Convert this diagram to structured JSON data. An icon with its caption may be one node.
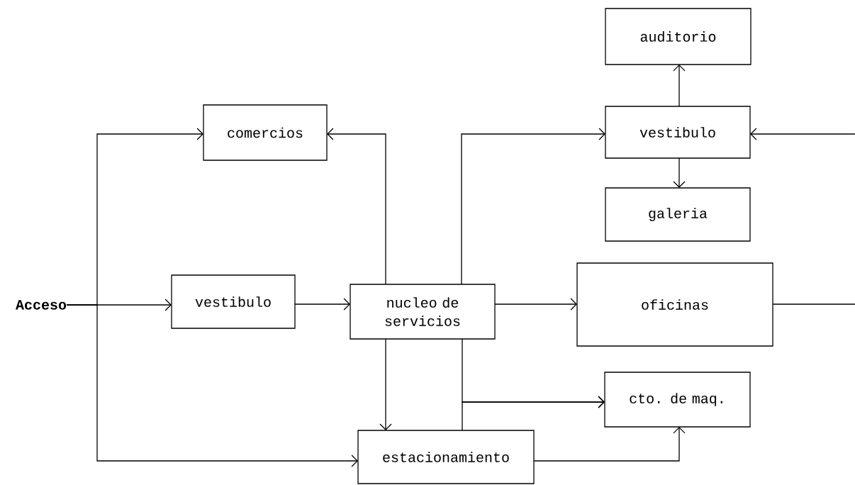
{
  "diagram": {
    "nodes": [
      {
        "text": [
          "Acceso"
        ]
      },
      {
        "text": [
          "comercios"
        ]
      },
      {
        "text": [
          "vestibulo"
        ]
      },
      {
        "text": [
          "nucleo de servicios"
        ]
      },
      {
        "text": [
          "auditorio"
        ]
      },
      {
        "text": [
          "vestibulo"
        ]
      },
      {
        "text": [
          "galeria"
        ]
      },
      {
        "text": [
          "oficinas"
        ]
      },
      {
        "text": [
          "cto. de maq."
        ]
      },
      {
        "text": [
          "estacionamiento"
        ]
      }
    ],
    "edges": [
      {
        "from": 0,
        "to": 1,
        "arrow": "to"
      },
      {
        "from": 0,
        "to": 2,
        "arrow": "to"
      },
      {
        "from": 0,
        "to": 9,
        "arrow": "to"
      },
      {
        "from": 2,
        "to": 3,
        "arrow": "to"
      },
      {
        "from": 3,
        "to": 1,
        "arrow": "to"
      },
      {
        "from": 3,
        "to": 5,
        "arrow": "to"
      },
      {
        "from": 5,
        "to": 4,
        "arrow": "to"
      },
      {
        "from": 5,
        "to": 6,
        "arrow": "to"
      },
      {
        "from": 3,
        "to": 7,
        "arrow": "to"
      },
      {
        "from": 7,
        "to": 5,
        "arrow": "to"
      },
      {
        "from": 3,
        "to": 9,
        "arrow": "to"
      },
      {
        "from": 3,
        "to": 8,
        "arrow": "to"
      },
      {
        "from": 9,
        "to": 8,
        "arrow": "to"
      },
      {
        "from": 9,
        "to": 8,
        "arrow": "to"
      }
    ]
  }
}
